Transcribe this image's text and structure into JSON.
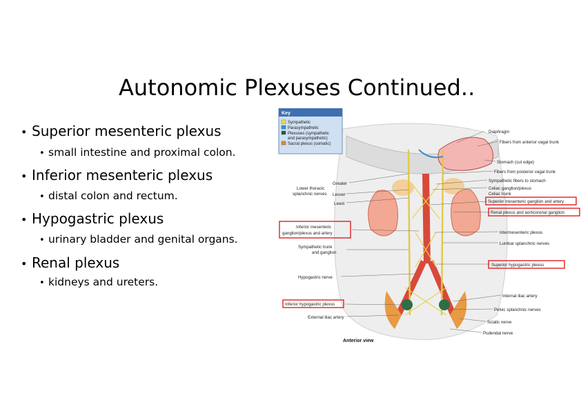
{
  "slide": {
    "title": "Autonomic Plexuses Continued..",
    "bullets": [
      {
        "text": "Superior mesenteric plexus",
        "sub": "small intestine and proximal colon."
      },
      {
        "text": "Inferior mesenteric plexus",
        "sub": "distal colon and rectum."
      },
      {
        "text": "Hypogastric plexus",
        "sub": "urinary bladder and genital organs."
      },
      {
        "text": "Renal plexus",
        "sub": "kidneys and ureters."
      }
    ]
  },
  "figure": {
    "key": {
      "title": "Key",
      "items": [
        {
          "label": "Sympathetic",
          "color": "#f4e04d"
        },
        {
          "label": "Parasympathetic",
          "color": "#3a8fc7"
        },
        {
          "label": "Plexuses (sympathetic",
          "label2": "and parasympathetic)",
          "color": "#1f5e3a"
        },
        {
          "label": "Sacral plexus (somatic)",
          "color": "#e0882e"
        }
      ]
    },
    "labels_right": [
      "Diaphragm",
      "Fibers from anterior vagal trunk",
      "Stomach (cut edge)",
      "Fibers from posterior vagal trunk",
      "Sympathetic fibers to stomach",
      "Celiac ganglion/plexus",
      "Celiac trunk",
      "Superior mesenteric ganglion and artery",
      "Renal plexus and aorticorenal ganglion",
      "Intermesenteric plexus",
      "Lumbar splanchnic nerves",
      "Superior hypogastric plexus",
      "Internal iliac artery",
      "Pelvic splanchnic nerves",
      "Sciatic nerve",
      "Pudendal nerve"
    ],
    "labels_left": {
      "lower_thoracic_1": "Lower thoracic",
      "lower_thoracic_2": "splanchnic nerves",
      "greater": "Greater",
      "lesser": "Lesser",
      "least": "Least",
      "inf_mes_1": "Inferior mesenteric",
      "inf_mes_2": "ganglion/plexus and artery",
      "symp_trunk_1": "Sympathetic trunk",
      "symp_trunk_2": "and ganglion",
      "hypogastric_nerve": "Hypogastric nerve",
      "inf_hypogastric": "Inferior hypogastric plexus",
      "external_iliac": "External iliac artery"
    },
    "caption": "Anterior view",
    "accent": "#e0201f"
  }
}
